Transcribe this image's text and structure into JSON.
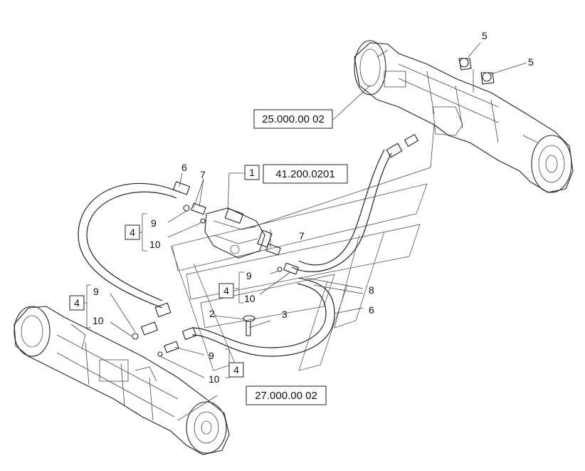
{
  "diagram": {
    "callouts": {
      "c1": "1",
      "c2": "2",
      "c3": "3",
      "c4a": "4",
      "c4b": "4",
      "c4c": "4",
      "c4d": "4",
      "c5a": "5",
      "c5b": "5",
      "c6a": "6",
      "c6b": "6",
      "c7a": "7",
      "c7b": "7",
      "c8": "8",
      "c9a": "9",
      "c9b": "9",
      "c9c": "9",
      "c9d": "9",
      "c10a": "10",
      "c10b": "10",
      "c10c": "10",
      "c10d": "10"
    },
    "references": {
      "front_axle": "25.000.00 02",
      "valve": "41.200.0201",
      "rear_axle": "27.000.00 02"
    }
  }
}
